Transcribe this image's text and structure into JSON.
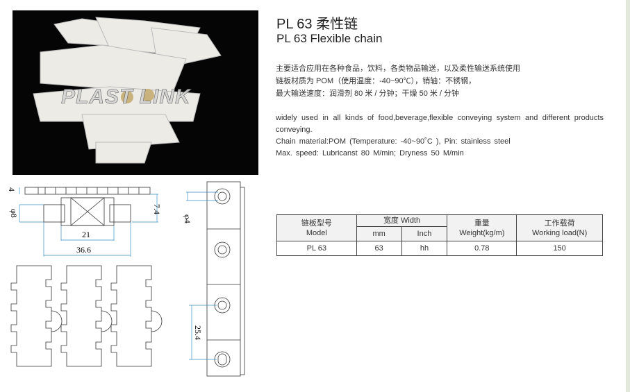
{
  "product": {
    "title_cn": "PL 63 柔性链",
    "title_en": "PL 63 Flexible chain",
    "watermark": "PLAST LINK"
  },
  "description_cn": [
    "主要适合应用在各种食品，饮料，各类物品输送，以及柔性输送系统使用",
    "链板材质为 POM（使用温度：-40~90℃），销轴：不锈钢，",
    "最大输送速度：润滑剂 80 米 / 分钟；干燥 50 米 / 分钟"
  ],
  "description_en": [
    "widely used in all kinds of food,beverage,flexible conveying system and different products conveying.",
    "Chain material:POM (Temperature: -40~90˚C ), Pin: stainless steel",
    "Max. speed: Lubricanst 80 M/min; Dryness 50 M/min"
  ],
  "drawing": {
    "dim_4": "4",
    "dim_phi8": "φ8",
    "dim_7_4": "7.4",
    "dim_21": "21",
    "dim_36_6": "36.6",
    "dim_phi4": "φ4",
    "dim_25_4": "25.4"
  },
  "table": {
    "h_model_cn": "链板型号",
    "h_model_en": "Model",
    "h_width": "宽度 Width",
    "h_mm": "mm",
    "h_inch": "Inch",
    "h_weight_cn": "重量",
    "h_weight_en": "Weight(kg/m)",
    "h_load_cn": "工作载荷",
    "h_load_en": "Working load(N)",
    "row": {
      "model": "PL 63",
      "mm": "63",
      "inch": "hh",
      "weight": "0.78",
      "load": "150"
    }
  }
}
